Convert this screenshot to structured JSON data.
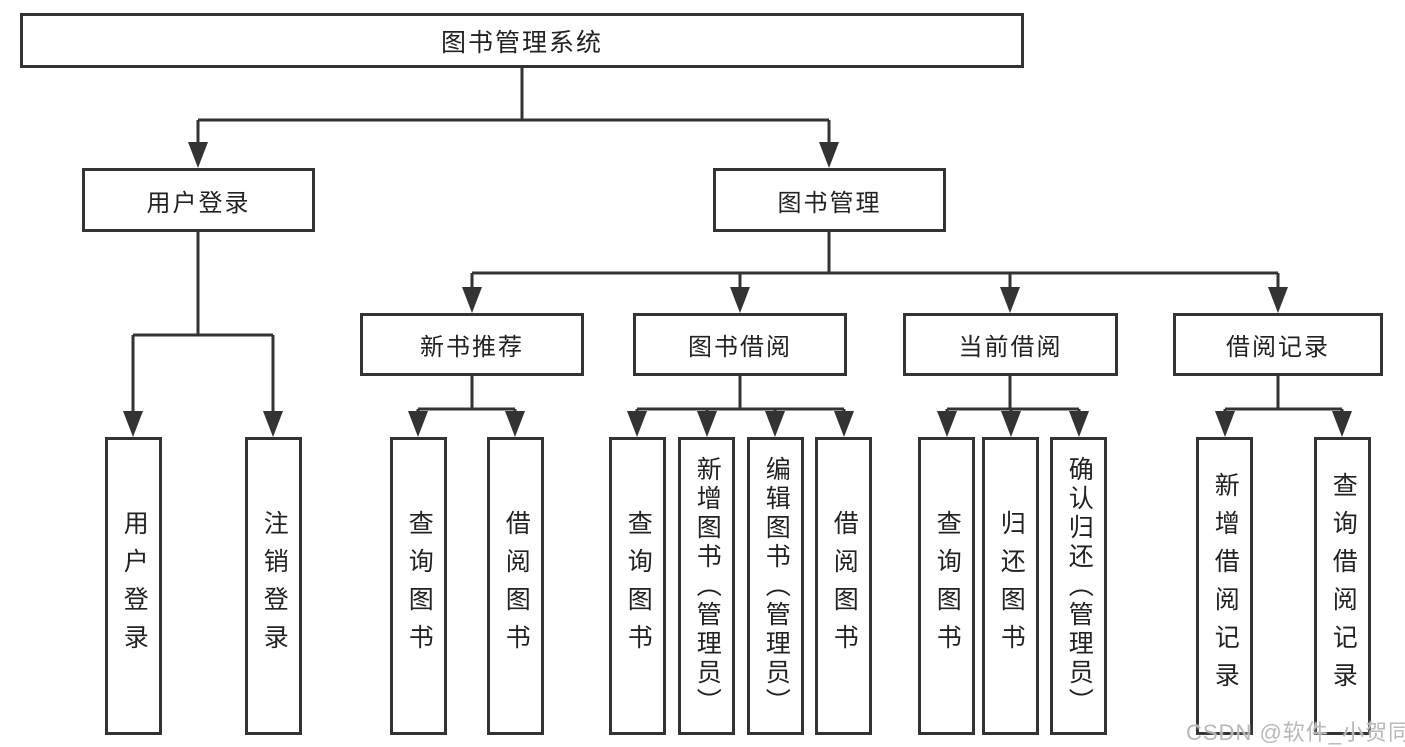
{
  "diagram": {
    "root": {
      "label": "图书管理系统"
    },
    "branches": [
      {
        "label": "用户登录",
        "children": [
          {
            "label": "用户登录"
          },
          {
            "label": "注销登录"
          }
        ]
      },
      {
        "label": "图书管理",
        "groups": [
          {
            "label": "新书推荐",
            "children": [
              {
                "label": "查询图书"
              },
              {
                "label": "借阅图书"
              }
            ]
          },
          {
            "label": "图书借阅",
            "children": [
              {
                "label": "查询图书"
              },
              {
                "label": "新增图书（管理员）"
              },
              {
                "label": "编辑图书（管理员）"
              },
              {
                "label": "借阅图书"
              }
            ]
          },
          {
            "label": "当前借阅",
            "children": [
              {
                "label": "查询图书"
              },
              {
                "label": "归还图书"
              },
              {
                "label": "确认归还（管理员）"
              }
            ]
          },
          {
            "label": "借阅记录",
            "children": [
              {
                "label": "新增借阅记录"
              },
              {
                "label": "查询借阅记录"
              }
            ]
          }
        ]
      }
    ],
    "watermark": "CSDN @软件_小贺同学",
    "colors": {
      "line": "#333333",
      "text": "#222222",
      "watermark": "#b9b9b9",
      "background": "#ffffff"
    }
  }
}
